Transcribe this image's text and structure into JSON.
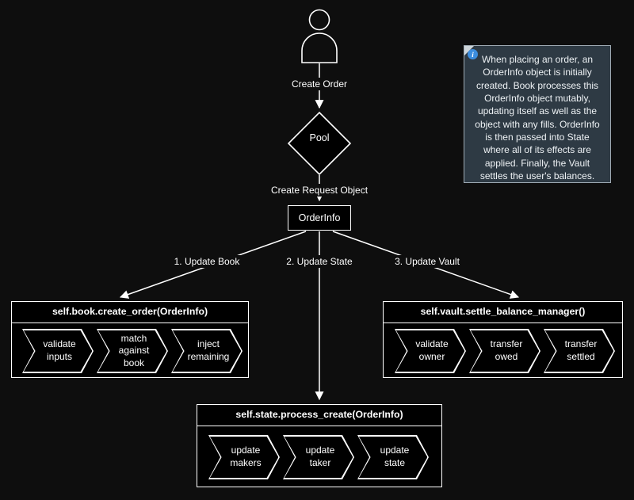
{
  "colors": {
    "background": "#0e0e0e",
    "stroke": "#ffffff",
    "node_fill": "#000000",
    "note_bg": "#2e3a44",
    "note_border": "#9fabb4",
    "info_blue": "#3c8dde"
  },
  "actor": {
    "name": "user-actor"
  },
  "edges": {
    "create_order_label": "Create Order",
    "create_request_label": "Create Request Object",
    "update_book_label": "1. Update Book",
    "update_state_label": "2. Update State",
    "update_vault_label": "3. Update Vault"
  },
  "nodes": {
    "pool": "Pool",
    "order_info": "OrderInfo"
  },
  "groups": {
    "book": {
      "title": "self.book.create_order(OrderInfo)",
      "steps": [
        "validate\ninputs",
        "match\nagainst book",
        "inject\nremaining"
      ]
    },
    "state": {
      "title": "self.state.process_create(OrderInfo)",
      "steps": [
        "update\nmakers",
        "update\ntaker",
        "update\nstate"
      ]
    },
    "vault": {
      "title": "self.vault.settle_balance_manager()",
      "steps": [
        "validate\nowner",
        "transfer\nowed",
        "transfer\nsettled"
      ]
    }
  },
  "note": {
    "icon": "info-icon",
    "text": "When placing an order, an OrderInfo object is initially created. Book processes this OrderInfo object mutably, updating itself as well as the object with any fills. OrderInfo is then passed into State where all of its effects are applied. Finally, the Vault settles the user's balances."
  }
}
